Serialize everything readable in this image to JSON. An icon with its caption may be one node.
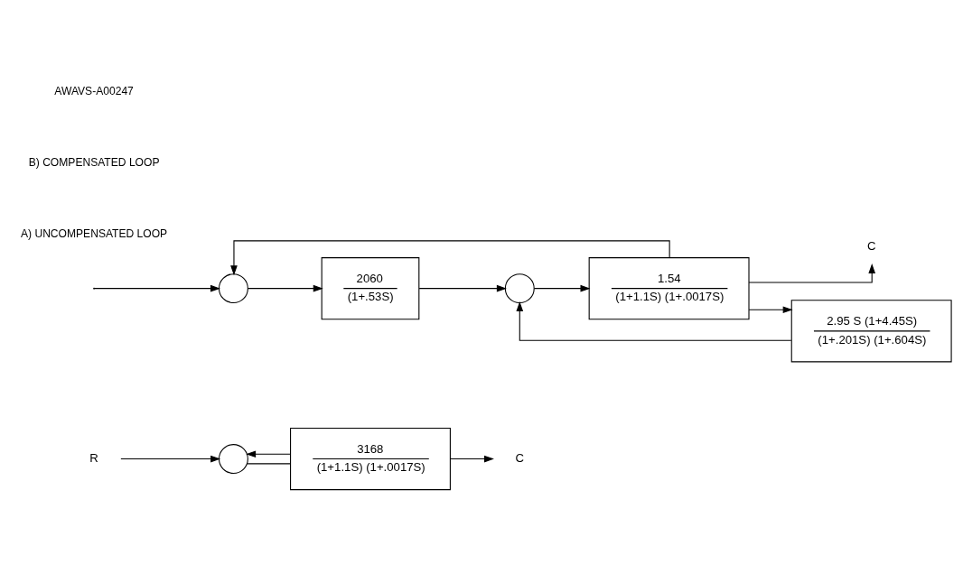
{
  "diagram": {
    "nodes": [
      {
        "text": [
          "R"
        ]
      },
      {
        "text": [],
        "shape": "circle"
      },
      {
        "text": [
          "3168",
          "(1+1.1S) (1+.0017S)"
        ]
      },
      {
        "text": [
          "C"
        ]
      },
      {
        "text": [],
        "shape": "circle"
      },
      {
        "text": [
          "2060",
          "(1+.53S)"
        ]
      },
      {
        "text": [],
        "shape": "circle"
      },
      {
        "text": [
          "1.54",
          "(1+1.1S) (1+.0017S)"
        ]
      },
      {
        "text": [
          "C"
        ]
      },
      {
        "text": [
          "2.95 S (1+4.45S)",
          "(1+.201S) (1+.604S)"
        ]
      }
    ],
    "edges": [
      {
        "from": 0,
        "to": 1,
        "arrow": "to"
      },
      {
        "from": 1,
        "to": 2,
        "arrow": "none"
      },
      {
        "from": 2,
        "to": 3,
        "arrow": "to"
      },
      {
        "from": 2,
        "to": 1,
        "arrow": "to"
      },
      {
        "from": null,
        "to": 4,
        "arrow": "to"
      },
      {
        "from": 4,
        "to": 5,
        "arrow": "to"
      },
      {
        "from": 5,
        "to": 6,
        "arrow": "to"
      },
      {
        "from": 6,
        "to": 7,
        "arrow": "to"
      },
      {
        "from": 7,
        "to": 8,
        "arrow": "to"
      },
      {
        "from": 7,
        "to": 9,
        "arrow": "to"
      },
      {
        "from": 9,
        "to": 6,
        "arrow": "to"
      },
      {
        "from": 7,
        "to": 4,
        "arrow": "to"
      }
    ],
    "labels": [
      "A) UNCOMPENSATED LOOP",
      "B) COMPENSATED LOOP",
      "AWAVS-A00247"
    ]
  }
}
